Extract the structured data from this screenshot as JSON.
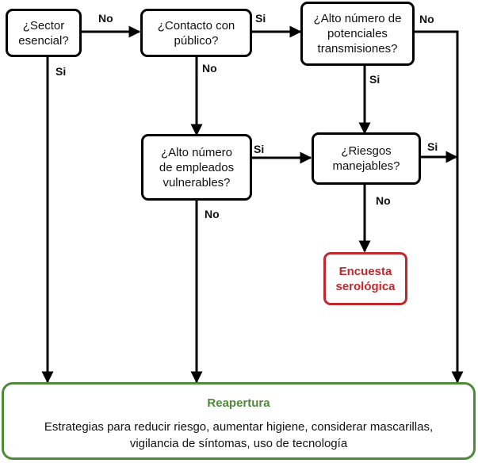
{
  "nodes": {
    "sector": "¿Sector\nesencial?",
    "contacto": "¿Contacto con\npúblico?",
    "alto_transmisiones": "¿Alto número de\npotenciales\ntransmisiones?",
    "alto_empleados": "¿Alto número\nde empleados\nvulnerables?",
    "riesgos": "¿Riesgos\nmanejables?",
    "encuesta": "Encuesta\nserológica",
    "reapertura_title": "Reapertura",
    "reapertura_body": "Estrategias para reducir riesgo, aumentar higiene, considerar mascarillas, vigilancia de síntomas, uso de tecnología"
  },
  "edge_labels": {
    "sector_no": "No",
    "sector_si": "Si",
    "contacto_si": "Si",
    "contacto_no": "No",
    "transmisiones_no": "No",
    "transmisiones_si": "Si",
    "empleados_si": "Si",
    "empleados_no": "No",
    "riesgos_si": "Si",
    "riesgos_no": "No"
  },
  "colors": {
    "encuesta": "#c0282d",
    "reapertura": "#4e8a3a"
  }
}
